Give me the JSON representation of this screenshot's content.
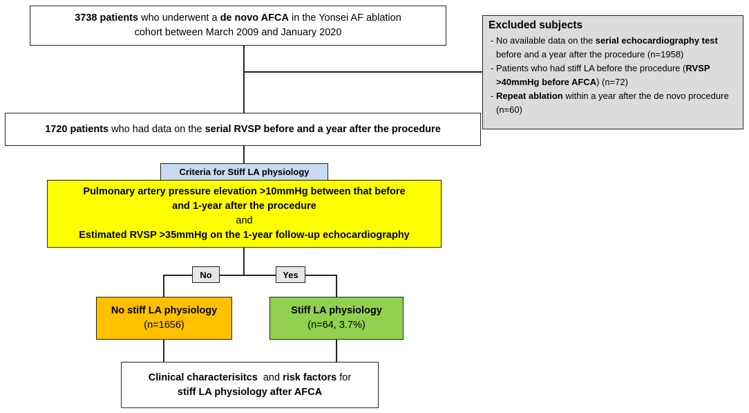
{
  "cohort": {
    "line1_a": "3738 patients",
    "line1_b": " who underwent a ",
    "line1_c": "de novo AFCA",
    "line1_d": " in the Yonsei AF ablation",
    "line2": "cohort between March 2009 and January 2020"
  },
  "excluded": {
    "title": "Excluded subjects",
    "item1_a": "- No available data on the ",
    "item1_b": "serial echocardiography test",
    "item1_c": " before and a year after the procedure (n=1958)",
    "item2_a": "- Patients who had stiff LA before the procedure (",
    "item2_b": "RVSP >40mmHg before AFCA",
    "item2_c": ") (n=72)",
    "item3_a": "- ",
    "item3_b": "Repeat ablation",
    "item3_c": " within a year after the de novo procedure (n=60)"
  },
  "included": {
    "a": "1720 patients",
    "b": " who had data on the ",
    "c": "serial RVSP before and a year after the procedure"
  },
  "criteria": {
    "header": "Criteria for Stiff LA physiology",
    "line1": "Pulmonary artery pressure elevation >10mmHg between that before",
    "line2": "and 1-year after the procedure",
    "and": "and",
    "line3": "Estimated RVSP >35mmHg on the 1-year follow-up echocardiography"
  },
  "branches": {
    "no": "No",
    "yes": "Yes"
  },
  "no_stiff": {
    "title": "No stiff LA physiology",
    "count": "(n=1656)"
  },
  "stiff": {
    "title": "Stiff LA physiology",
    "count": "(n=64, 3.7%)"
  },
  "outcome": {
    "a": "Clinical characterisitcs",
    "b": "  and ",
    "c": "risk factors",
    "d": " for",
    "line2": "stiff LA physiology after AFCA"
  },
  "colors": {
    "criteria_fill": "#ffff00",
    "criteria_header_fill": "#c7daf1",
    "no_stiff_fill": "#ffc000",
    "stiff_fill": "#92d050",
    "excluded_fill": "#dcdcdc",
    "tag_fill": "#e6e6e6"
  }
}
